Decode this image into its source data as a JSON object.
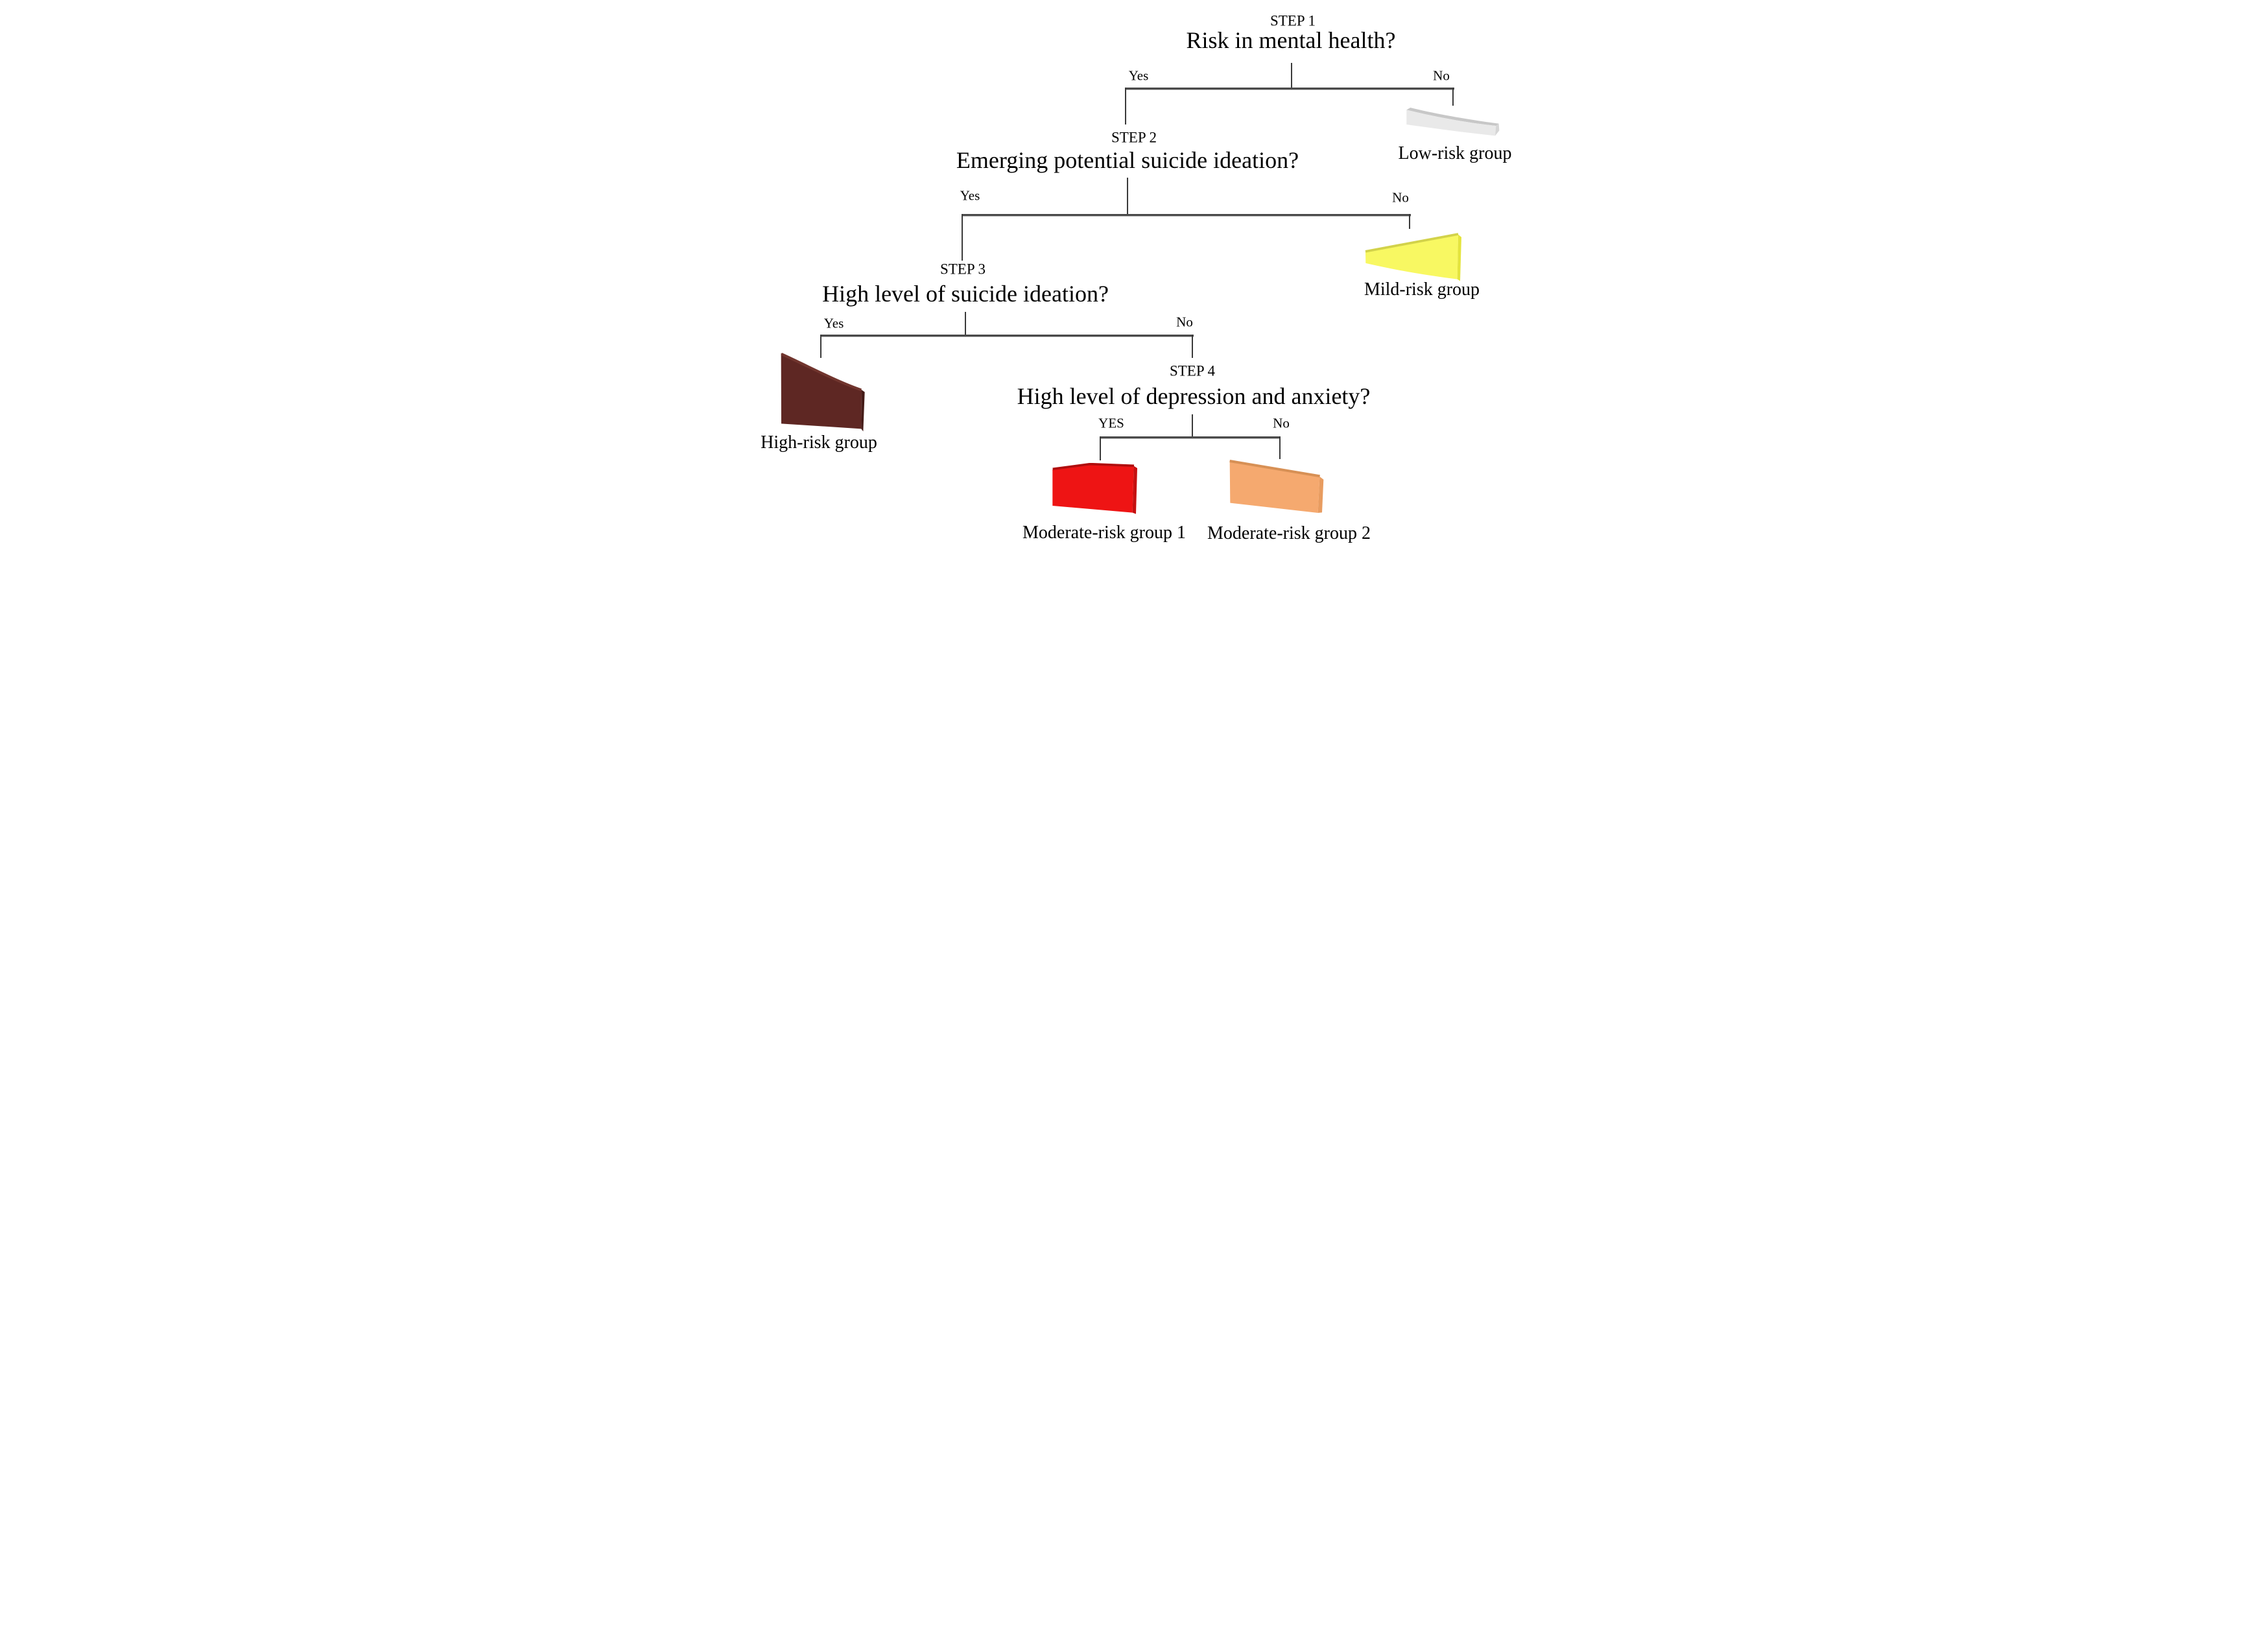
{
  "figure": {
    "background": "#ffffff",
    "line_color": "#4a4a4a",
    "text_color": "#000000",
    "steps": [
      {
        "step_label": "STEP 1",
        "question": "Risk in mental health?",
        "yes_label": "Yes",
        "no_label": "No"
      },
      {
        "step_label": "STEP 2",
        "question": "Emerging potential suicide ideation?",
        "yes_label": "Yes",
        "no_label": "No"
      },
      {
        "step_label": "STEP 3",
        "question": "High level of suicide ideation?",
        "yes_label": "Yes",
        "no_label": "No"
      },
      {
        "step_label": "STEP 4",
        "question": "High level of depression and anxiety?",
        "yes_label": "YES",
        "no_label": "No"
      }
    ],
    "outcomes": [
      {
        "label": "Low-risk group",
        "colors": {
          "front": "#e9e9e9",
          "top": "#c7c7c7",
          "side": "#d6d6d6"
        }
      },
      {
        "label": "Mild-risk group",
        "colors": {
          "front": "#f8f862",
          "top": "#d2d24a",
          "side": "#e4e43e"
        }
      },
      {
        "label": "High-risk group",
        "colors": {
          "front": "#5e2723",
          "top": "#71352e",
          "side": "#451c18"
        }
      },
      {
        "label": "Moderate-risk group 1",
        "colors": {
          "front": "#ee1414",
          "top": "#b00e0e",
          "side": "#c51010"
        }
      },
      {
        "label": "Moderate-risk group 2",
        "colors": {
          "front": "#f5a96f",
          "top": "#d79055",
          "side": "#e89c60"
        }
      }
    ]
  }
}
